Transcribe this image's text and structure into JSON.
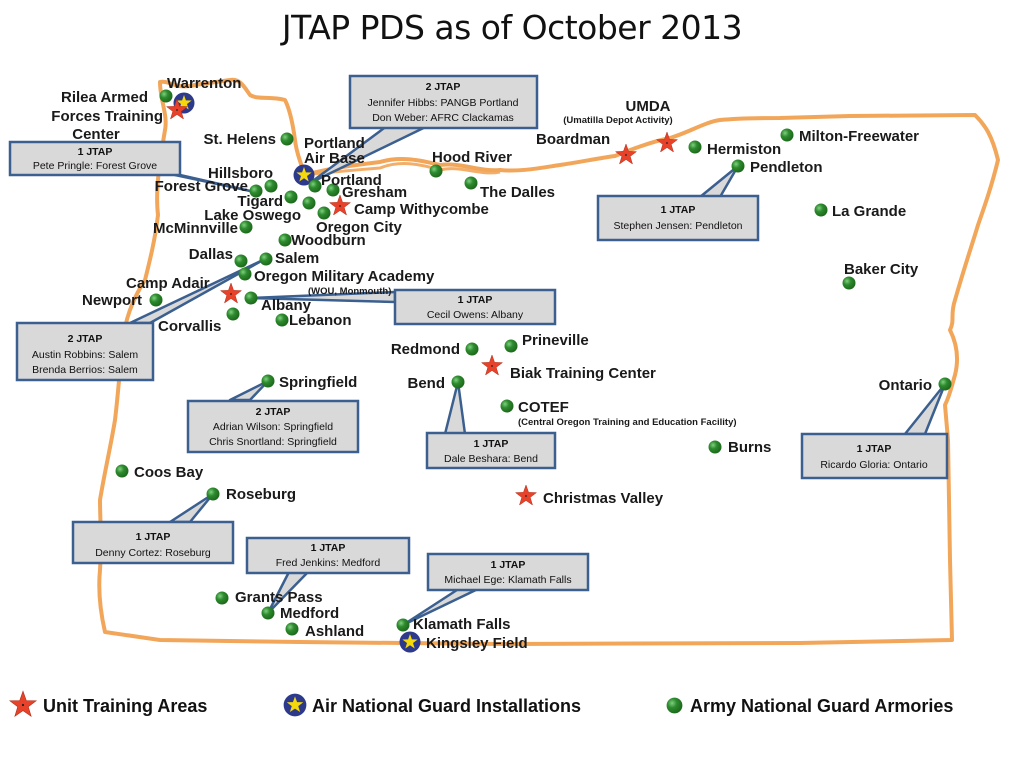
{
  "title": "JTAP PDS as of October 2013",
  "colors": {
    "border": "#f2a65a",
    "armory": "#2e8b2e",
    "star": "#e8432a",
    "air_circle": "#2d3a8c",
    "air_star": "#f5d90a",
    "callout_fill": "#d9d9d9",
    "callout_stroke": "#3b5f8f"
  },
  "legend": [
    {
      "icon": "red-star-icon",
      "label": "Unit Training Areas"
    },
    {
      "icon": "air-guard-icon",
      "label": "Air National Guard Installations"
    },
    {
      "icon": "green-dot-icon",
      "label": "Army National Guard Armories"
    }
  ],
  "places": [
    {
      "name": "Warrenton",
      "type": "label"
    },
    {
      "name": "Rilea Armed",
      "type": "label"
    },
    {
      "name": "Forces Training",
      "type": "label"
    },
    {
      "name": "Center",
      "type": "label"
    },
    {
      "name": "St. Helens",
      "type": "armory"
    },
    {
      "name": "Portland",
      "type": "label"
    },
    {
      "name": "Air Base",
      "type": "label"
    },
    {
      "name": "Hillsboro",
      "type": "armory"
    },
    {
      "name": "Forest Grove",
      "type": "armory"
    },
    {
      "name": "Portland",
      "type": "armory"
    },
    {
      "name": "Gresham",
      "type": "armory"
    },
    {
      "name": "Tigard",
      "type": "armory"
    },
    {
      "name": "Camp Withycombe",
      "type": "training"
    },
    {
      "name": "Lake Oswego",
      "type": "armory"
    },
    {
      "name": "Oregon City",
      "type": "armory"
    },
    {
      "name": "McMinnville",
      "type": "armory"
    },
    {
      "name": "Woodburn",
      "type": "armory"
    },
    {
      "name": "Dallas",
      "type": "armory"
    },
    {
      "name": "Salem",
      "type": "armory"
    },
    {
      "name": "Camp Adair",
      "type": "training"
    },
    {
      "name": "Oregon Military Academy",
      "type": "armory"
    },
    {
      "name": "(WOU, Monmouth)",
      "type": "sub"
    },
    {
      "name": "Newport",
      "type": "armory"
    },
    {
      "name": "Albany",
      "type": "armory"
    },
    {
      "name": "Corvallis",
      "type": "armory"
    },
    {
      "name": "Lebanon",
      "type": "armory"
    },
    {
      "name": "Hood River",
      "type": "armory"
    },
    {
      "name": "The Dalles",
      "type": "armory"
    },
    {
      "name": "UMDA",
      "type": "label"
    },
    {
      "name": "(Umatilla Depot Activity)",
      "type": "sub"
    },
    {
      "name": "Boardman",
      "type": "training"
    },
    {
      "name": "Hermiston",
      "type": "armory"
    },
    {
      "name": "Milton-Freewater",
      "type": "armory"
    },
    {
      "name": "Pendleton",
      "type": "armory"
    },
    {
      "name": "La Grande",
      "type": "armory"
    },
    {
      "name": "Baker City",
      "type": "armory"
    },
    {
      "name": "Redmond",
      "type": "armory"
    },
    {
      "name": "Prineville",
      "type": "armory"
    },
    {
      "name": "Biak Training Center",
      "type": "training"
    },
    {
      "name": "Bend",
      "type": "armory"
    },
    {
      "name": "COTEF",
      "type": "armory"
    },
    {
      "name": "(Central Oregon Training and Education Facility)",
      "type": "sub"
    },
    {
      "name": "Ontario",
      "type": "armory"
    },
    {
      "name": "Burns",
      "type": "armory"
    },
    {
      "name": "Springfield",
      "type": "armory"
    },
    {
      "name": "Coos Bay",
      "type": "armory"
    },
    {
      "name": "Roseburg",
      "type": "armory"
    },
    {
      "name": "Christmas Valley",
      "type": "training"
    },
    {
      "name": "Grants Pass",
      "type": "armory"
    },
    {
      "name": "Medford",
      "type": "armory"
    },
    {
      "name": "Ashland",
      "type": "armory"
    },
    {
      "name": "Klamath Falls",
      "type": "armory"
    },
    {
      "name": "Kingsley Field",
      "type": "air"
    }
  ],
  "callouts": [
    {
      "title": "1 JTAP",
      "lines": [
        "Pete Pringle: Forest Grove"
      ]
    },
    {
      "title": "2 JTAP",
      "lines": [
        "Jennifer Hibbs: PANGB Portland",
        "Don Weber: AFRC Clackamas"
      ]
    },
    {
      "title": "1 JTAP",
      "lines": [
        "Stephen Jensen: Pendleton"
      ]
    },
    {
      "title": "1 JTAP",
      "lines": [
        "Cecil Owens: Albany"
      ]
    },
    {
      "title": "2 JTAP",
      "lines": [
        "Austin Robbins: Salem",
        "Brenda Berrios: Salem"
      ]
    },
    {
      "title": "2 JTAP",
      "lines": [
        "Adrian Wilson: Springfield",
        "Chris Snortland: Springfield"
      ]
    },
    {
      "title": "1 JTAP",
      "lines": [
        "Dale Beshara: Bend"
      ]
    },
    {
      "title": "1 JTAP",
      "lines": [
        "Ricardo Gloria: Ontario"
      ]
    },
    {
      "title": "1 JTAP",
      "lines": [
        "Denny Cortez: Roseburg"
      ]
    },
    {
      "title": "1 JTAP",
      "lines": [
        "Fred Jenkins: Medford"
      ]
    },
    {
      "title": "1 JTAP",
      "lines": [
        "Michael Ege: Klamath Falls"
      ]
    }
  ]
}
